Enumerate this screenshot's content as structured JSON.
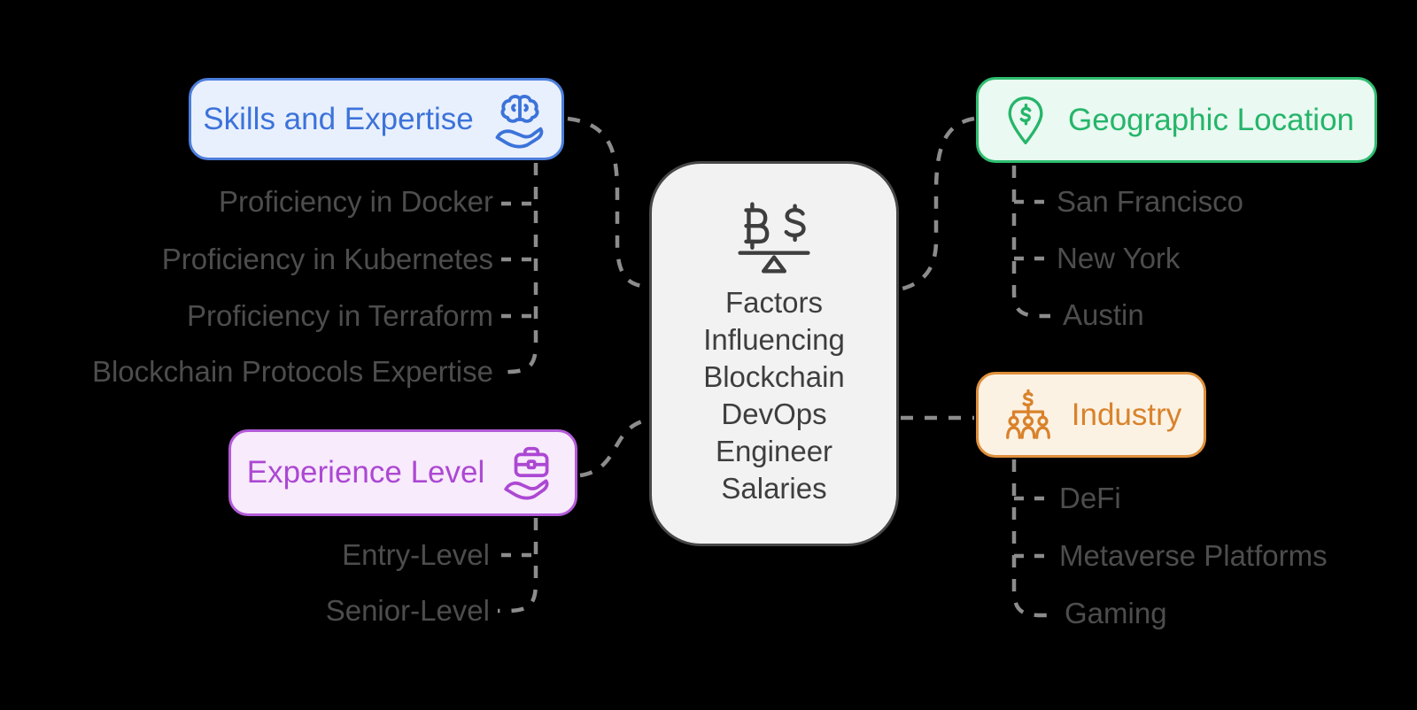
{
  "diagram_type": "mindmap",
  "background_color": "#000000",
  "connector_color": "#8C8C8C",
  "leaf_text_color": "#4D4D4D",
  "center": {
    "label": "Factors Influencing Blockchain DevOps Engineer Salaries",
    "icon": "balance-scale-bitcoin-dollar-icon",
    "balance_left_symbol": "₿",
    "balance_right_symbol": "$",
    "bg": "#F2F2F2",
    "border": "#474747",
    "text_color": "#3E3E3E"
  },
  "branches": [
    {
      "label": "Skills and Expertise",
      "icon": "hand-holding-brain-icon",
      "side": "left",
      "colors": {
        "border": "#4C7EDB",
        "bg": "#E9F0FD",
        "text": "#3C73DA"
      },
      "items": [
        "Proficiency in Docker",
        "Proficiency in Kubernetes",
        "Proficiency in Terraform",
        "Blockchain Protocols Expertise"
      ]
    },
    {
      "label": "Geographic Location",
      "icon": "map-pin-dollar-icon",
      "side": "right",
      "colors": {
        "border": "#2EBE71",
        "bg": "#EAF9F1",
        "text": "#25B56A"
      },
      "items": [
        "San Francisco",
        "New York",
        "Austin"
      ]
    },
    {
      "label": "Experience Level",
      "icon": "hand-holding-briefcase-icon",
      "side": "left",
      "colors": {
        "border": "#B35BD9",
        "bg": "#F8EBFC",
        "text": "#AC48D3"
      },
      "items": [
        "Entry-Level",
        "Senior-Level"
      ]
    },
    {
      "label": "Industry",
      "icon": "org-chart-dollar-icon",
      "side": "right",
      "colors": {
        "border": "#DE8F3B",
        "bg": "#FCF2E4",
        "text": "#D9822B"
      },
      "items": [
        "DeFi",
        "Metaverse Platforms",
        "Gaming"
      ]
    }
  ]
}
